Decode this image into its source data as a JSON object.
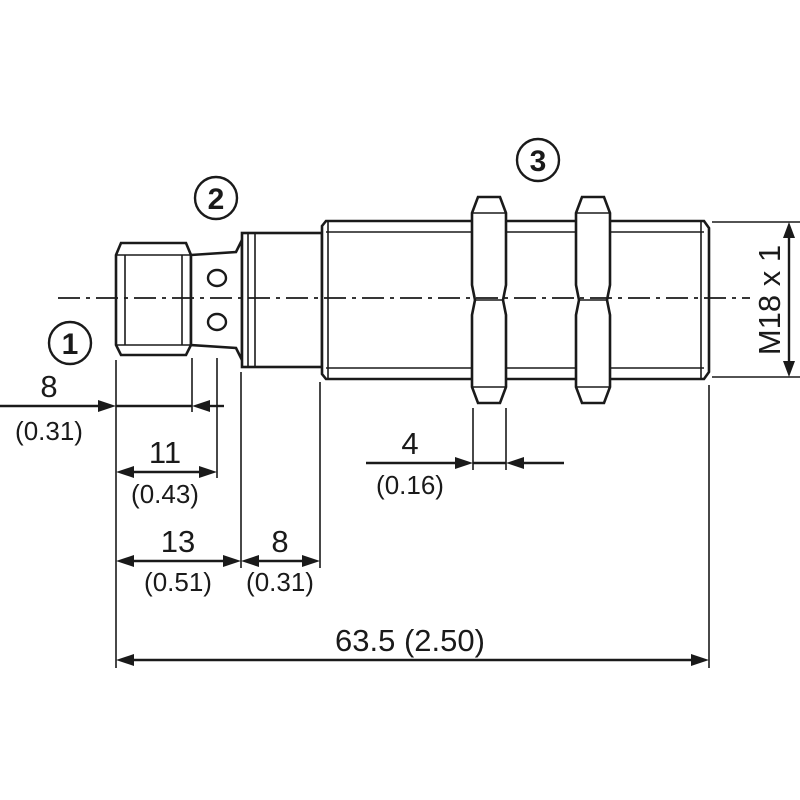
{
  "callouts": {
    "connector": "1",
    "led": "2",
    "nuts": "3"
  },
  "thread_label": "M18 x 1",
  "dimensions": {
    "connector_length": {
      "mm": "8",
      "inch": "(0.31)"
    },
    "led_position": {
      "mm": "11",
      "inch": "(0.43)"
    },
    "head_length": {
      "mm": "13",
      "inch": "(0.51)"
    },
    "unthreaded_length": {
      "mm": "8",
      "inch": "(0.31)"
    },
    "nut_thickness": {
      "mm": "4",
      "inch": "(0.16)"
    },
    "total_length": {
      "text": "63.5 (2.50)"
    }
  },
  "colors": {
    "line": "#1a1a1a",
    "background": "#ffffff"
  }
}
